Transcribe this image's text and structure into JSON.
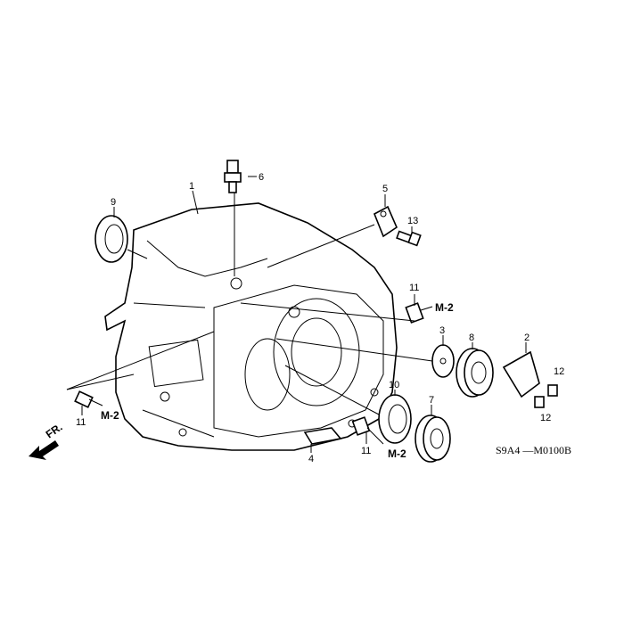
{
  "callouts": {
    "p1": "1",
    "p2": "2",
    "p3": "3",
    "p4": "4",
    "p5": "5",
    "p6": "6",
    "p7": "7",
    "p8": "8",
    "p9": "9",
    "p10": "10",
    "p11a": "11",
    "p11b": "11",
    "p11c": "11",
    "p12a": "12",
    "p12b": "12",
    "p13": "13"
  },
  "refs": {
    "m2a": "M-2",
    "m2b": "M-2",
    "m2c": "M-2"
  },
  "direction_label": "FR.",
  "diagram_code": "S9A4 —M0100B"
}
